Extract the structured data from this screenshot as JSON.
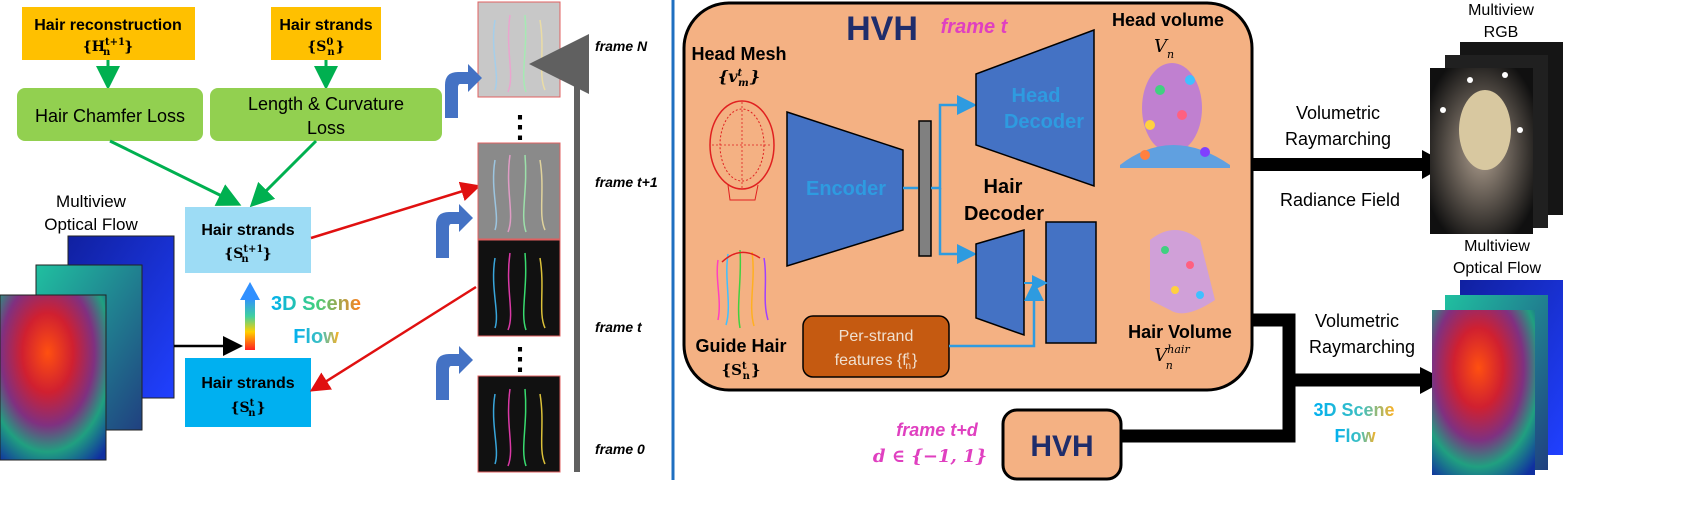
{
  "left": {
    "hair_reconstruction_box": {
      "label": "Hair reconstruction",
      "math": "{H",
      "math_sup": "t+1",
      "math_sub": "n",
      "math_close": "}",
      "color": "#ffc000"
    },
    "hair_strands_top_box": {
      "label": "Hair strands",
      "math": "{S",
      "math_sup": "0",
      "math_sub": "n",
      "math_close": "}",
      "color": "#ffc000"
    },
    "chamfer_loss_box": {
      "label": "Hair Chamfer Loss",
      "color": "#92d050"
    },
    "length_curvature_box": {
      "line1": "Length & Curvature",
      "line2": "Loss",
      "color": "#92d050"
    },
    "hair_strands_t1_box": {
      "label": "Hair strands",
      "math": "{S",
      "math_sup": "t+1",
      "math_sub": "n",
      "math_close": "}",
      "color": "#9ddcf5"
    },
    "hair_strands_t_box": {
      "label": "Hair strands",
      "math": "{S",
      "math_sup": "t",
      "math_sub": "n",
      "math_close": "}",
      "color": "#00b0f0"
    },
    "multiview_optical_flow": {
      "line1": "Multiview",
      "line2": "Optical Flow"
    },
    "scene_flow": {
      "line1": "3D Scene",
      "line2": "Flow"
    },
    "frames": [
      "frame N",
      "frame t+1",
      "frame t",
      "frame 0"
    ],
    "dots": "⋮"
  },
  "right": {
    "hvh_title": "HVH",
    "frame_t": "frame t",
    "head_mesh": {
      "line1": "Head Mesh",
      "math": "{v",
      "math_sup": "t",
      "math_sub": "m",
      "math_close": "}"
    },
    "encoder": "Encoder",
    "head_decoder": {
      "line1": "Head",
      "line2": "Decoder"
    },
    "hair_decoder": {
      "line1": "Hair",
      "line2": "Decoder"
    },
    "head_volume": {
      "line1": "Head volume",
      "math": "V",
      "math_sub": "n"
    },
    "guide_hair": {
      "line1": "Guide Hair",
      "math": "{S",
      "math_sup": "t",
      "math_sub": "n",
      "math_close": "}"
    },
    "per_strand": {
      "line1": "Per-strand",
      "line2": "features {f",
      "math_sup": "t",
      "math_sub": "n",
      "math_close": "}"
    },
    "hair_volume": {
      "line1": "Hair Volume",
      "math": "V",
      "math_sup": "hair",
      "math_sub": "n"
    },
    "volumetric_top": {
      "line1": "Volumetric",
      "line2": "Raymarching"
    },
    "radiance_field": "Radiance Field",
    "multiview_rgb": {
      "line1": "Multiview",
      "line2": "RGB"
    },
    "multiview_flow_right": {
      "line1": "Multiview",
      "line2": "Optical Flow"
    },
    "volumetric_bottom": {
      "line1": "Volumetric",
      "line2": "Raymarching"
    },
    "scene_flow_right": {
      "line1": "3D Scene",
      "line2": "Flow"
    },
    "hvh_small": "HVH",
    "frame_td": "frame t+d",
    "d_set": "d ∈ {−1, 1}"
  },
  "colors": {
    "panel": "#f4b183",
    "encoder": "#4472c4",
    "title_navy": "#1f2d6b",
    "magenta": "#e040c0",
    "per_strand": "#c55a11",
    "green_arrow": "#00b050",
    "red_arrow": "#e01010",
    "blue_line": "#2e9be0",
    "divider": "#1f6fc0"
  }
}
